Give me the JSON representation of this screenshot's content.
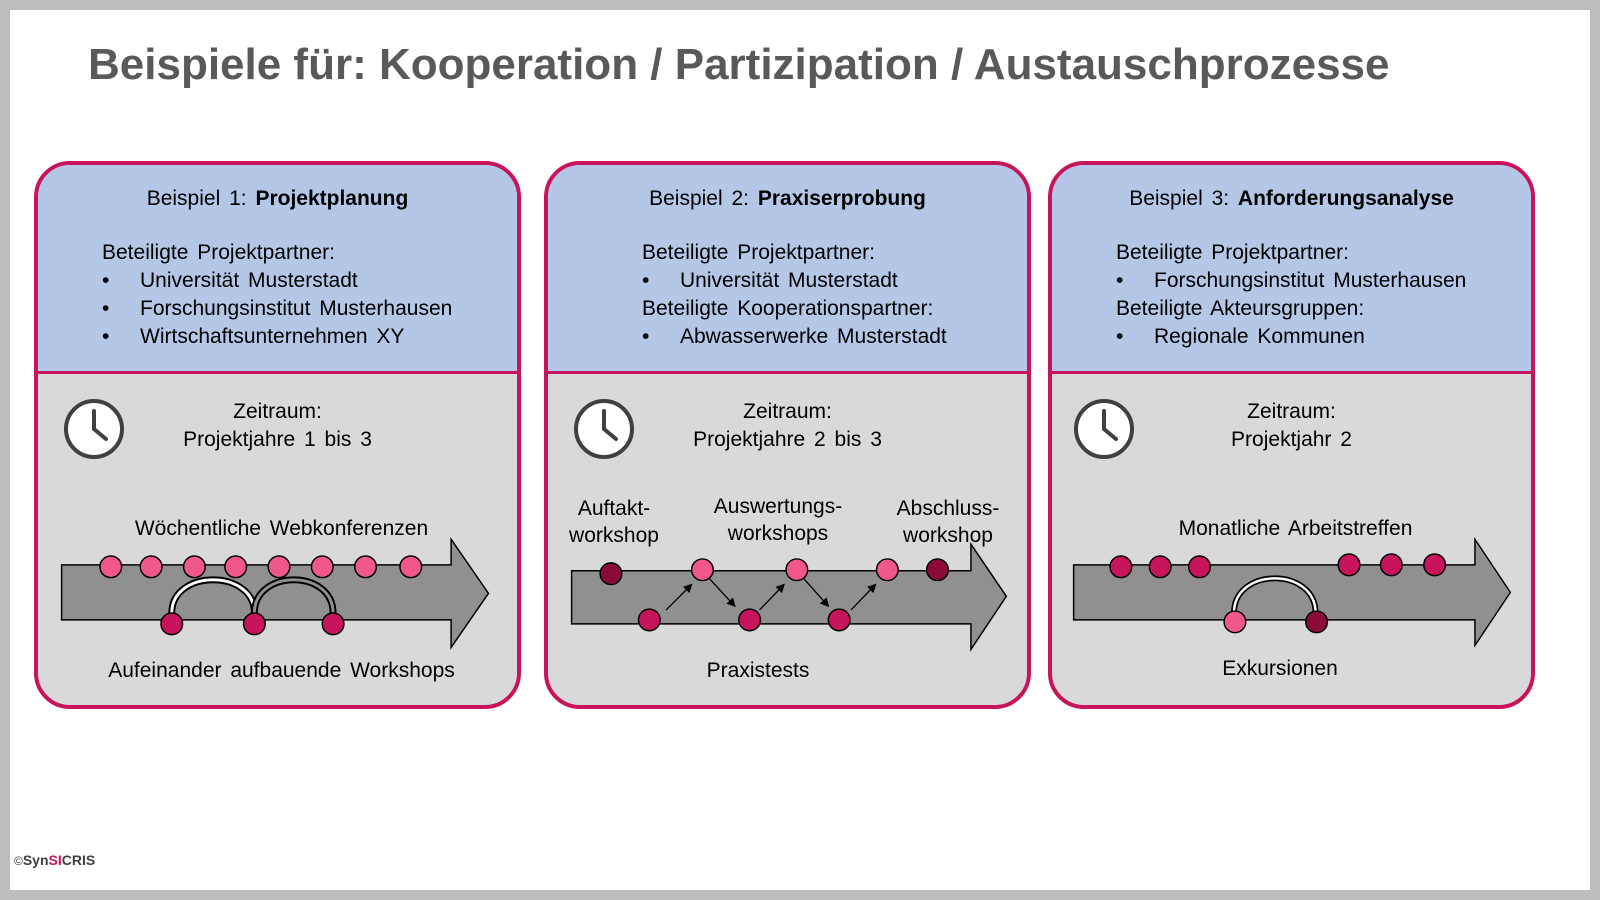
{
  "title": "Beispiele für: Kooperation / Partizipation / Austauschprozesse",
  "colors": {
    "accent": "#c8145a",
    "header_fill": "#b4c7e7",
    "body_fill": "#d9d9d9",
    "arrow_fill": "#909090",
    "dot_light": "#f0588c",
    "dot_mid": "#c8145a",
    "dot_dark": "#8b0a3c"
  },
  "copyright": {
    "symbol": "©",
    "brand_prefix": "Syn",
    "brand_accent": "SI",
    "brand_suffix": "CRIS"
  },
  "cards": [
    {
      "heading_prefix": "Beispiel 1:",
      "heading_bold": "Projektplanung",
      "partner_lines": [
        {
          "text": "Beteiligte Projektpartner:",
          "bullet": false
        },
        {
          "text": "Universität Musterstadt",
          "bullet": true
        },
        {
          "text": "Forschungsinstitut Musterhausen",
          "bullet": true
        },
        {
          "text": "Wirtschaftsunternehmen XY",
          "bullet": true
        }
      ],
      "time_label": "Zeitraum:",
      "time_value": "Projektjahre 1 bis 3",
      "clock_icon": "clock-icon",
      "upper_label": "Wöchentliche Webkonferenzen",
      "lower_label": "Aufeinander aufbauende Workshops"
    },
    {
      "heading_prefix": "Beispiel 2:",
      "heading_bold": "Praxiserprobung",
      "partner_lines": [
        {
          "text": "Beteiligte Projektpartner:",
          "bullet": false
        },
        {
          "text": "Universität Musterstadt",
          "bullet": true
        },
        {
          "text": "Beteiligte Kooperationspartner:",
          "bullet": false
        },
        {
          "text": "Abwasserwerke Musterstadt",
          "bullet": true
        }
      ],
      "time_label": "Zeitraum:",
      "time_value": "Projektjahre 2 bis 3",
      "clock_icon": "clock-icon",
      "label_auftakt": "Auftakt-\nworkshop",
      "label_auswertung": "Auswertungs-\nworkshops",
      "label_abschluss": "Abschluss-\nworkshop",
      "lower_label": "Praxistests"
    },
    {
      "heading_prefix": "Beispiel 3:",
      "heading_bold": "Anforderungsanalyse",
      "partner_lines": [
        {
          "text": "Beteiligte Projektpartner:",
          "bullet": false
        },
        {
          "text": "Forschungsinstitut Musterhausen",
          "bullet": true
        },
        {
          "text": "Beteiligte Akteursgruppen:",
          "bullet": false
        },
        {
          "text": "Regionale Kommunen",
          "bullet": true
        }
      ],
      "time_label": "Zeitraum:",
      "time_value": "Projektjahr 2",
      "clock_icon": "clock-icon",
      "upper_label": "Monatliche Arbeitstreffen",
      "lower_label": "Exkursionen"
    }
  ]
}
